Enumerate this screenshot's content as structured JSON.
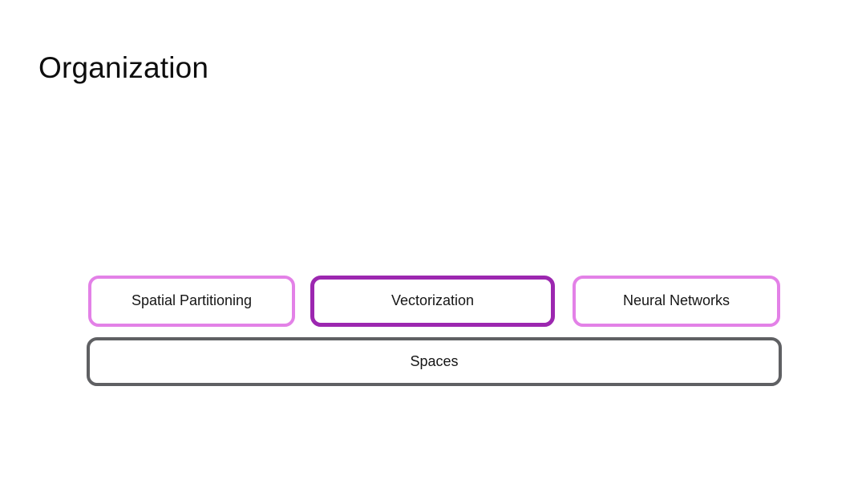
{
  "slide": {
    "title": "Organization",
    "background_color": "#ffffff"
  },
  "diagram": {
    "top_row": [
      {
        "label": "Spatial Partitioning",
        "border_color": "#e381e7"
      },
      {
        "label": "Vectorization",
        "border_color": "#9c27b0"
      },
      {
        "label": "Neural Networks",
        "border_color": "#e381e7"
      }
    ],
    "base": {
      "label": "Spaces",
      "border_color": "#5f6063"
    },
    "text_color": "#161616"
  }
}
